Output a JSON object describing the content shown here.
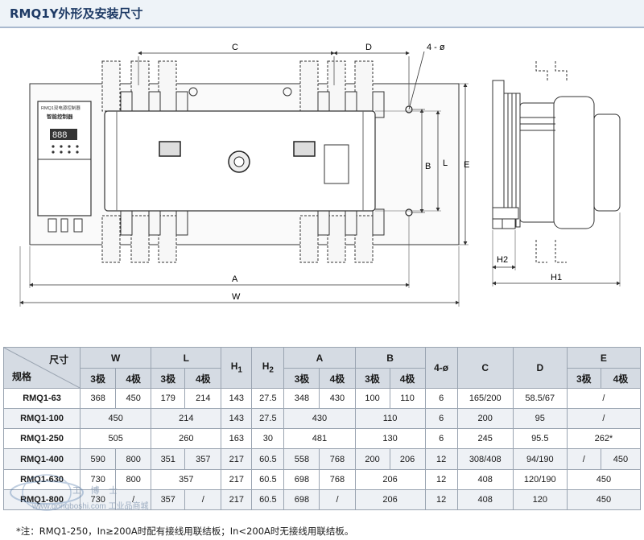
{
  "title": "RMQ1Y外形及安装尺寸",
  "drawing": {
    "dim_C": "C",
    "dim_D": "D",
    "dim_4phi": "4 - ø",
    "dim_B": "B",
    "dim_L": "L",
    "dim_E": "E",
    "dim_A": "A",
    "dim_W": "W",
    "dim_H2": "H2",
    "dim_H1": "H1",
    "controller_line1": "RMQ1双电源控制器",
    "controller_line2": "智能控制器",
    "display_digits": "888"
  },
  "table": {
    "corner_top": "尺寸",
    "corner_bottom": "规格",
    "col_W": "W",
    "col_L": "L",
    "col_H1": "H1",
    "col_H2": "H2",
    "col_A": "A",
    "col_B": "B",
    "col_4phi": "4-ø",
    "col_C": "C",
    "col_D": "D",
    "col_E": "E",
    "pole3": "3极",
    "pole4": "4极",
    "rows": [
      {
        "model": "RMQ1-63",
        "W3": "368",
        "W4": "450",
        "L3": "179",
        "L4": "214",
        "H1": "143",
        "H2": "27.5",
        "A3": "348",
        "A4": "430",
        "B3": "100",
        "B4": "110",
        "phi": "6",
        "C": "165/200",
        "D": "58.5/67",
        "E": "/"
      },
      {
        "model": "RMQ1-100",
        "W": "450",
        "L": "214",
        "H1": "143",
        "H2": "27.5",
        "A": "430",
        "B": "110",
        "phi": "6",
        "C": "200",
        "D": "95",
        "E": "/"
      },
      {
        "model": "RMQ1-250",
        "W": "505",
        "L": "260",
        "H1": "163",
        "H2": "30",
        "A": "481",
        "B": "130",
        "phi": "6",
        "C": "245",
        "D": "95.5",
        "E": "262*"
      },
      {
        "model": "RMQ1-400",
        "W3": "590",
        "W4": "800",
        "L3": "351",
        "L4": "357",
        "H1": "217",
        "H2": "60.5",
        "A3": "558",
        "A4": "768",
        "B3": "200",
        "B4": "206",
        "phi": "12",
        "C": "308/408",
        "D": "94/190",
        "E3": "/",
        "E4": "450"
      },
      {
        "model": "RMQ1-630",
        "W3": "730",
        "W4": "800",
        "L": "357",
        "H1": "217",
        "H2": "60.5",
        "A3": "698",
        "A4": "768",
        "B": "206",
        "phi": "12",
        "C": "408",
        "D": "120/190",
        "E": "450"
      },
      {
        "model": "RMQ1-800",
        "W3": "730",
        "W4": "/",
        "L3": "357",
        "L4": "/",
        "H1": "217",
        "H2": "60.5",
        "A3": "698",
        "A4": "/",
        "B": "206",
        "phi": "12",
        "C": "408",
        "D": "120",
        "E": "450"
      }
    ]
  },
  "note": "*注：RMQ1-250，In≥200A时配有接线用联结板；In<200A时无接线用联结板。",
  "watermark": {
    "brand": "工 博 士",
    "site": "www.gongboshi.com  工业品商城"
  }
}
